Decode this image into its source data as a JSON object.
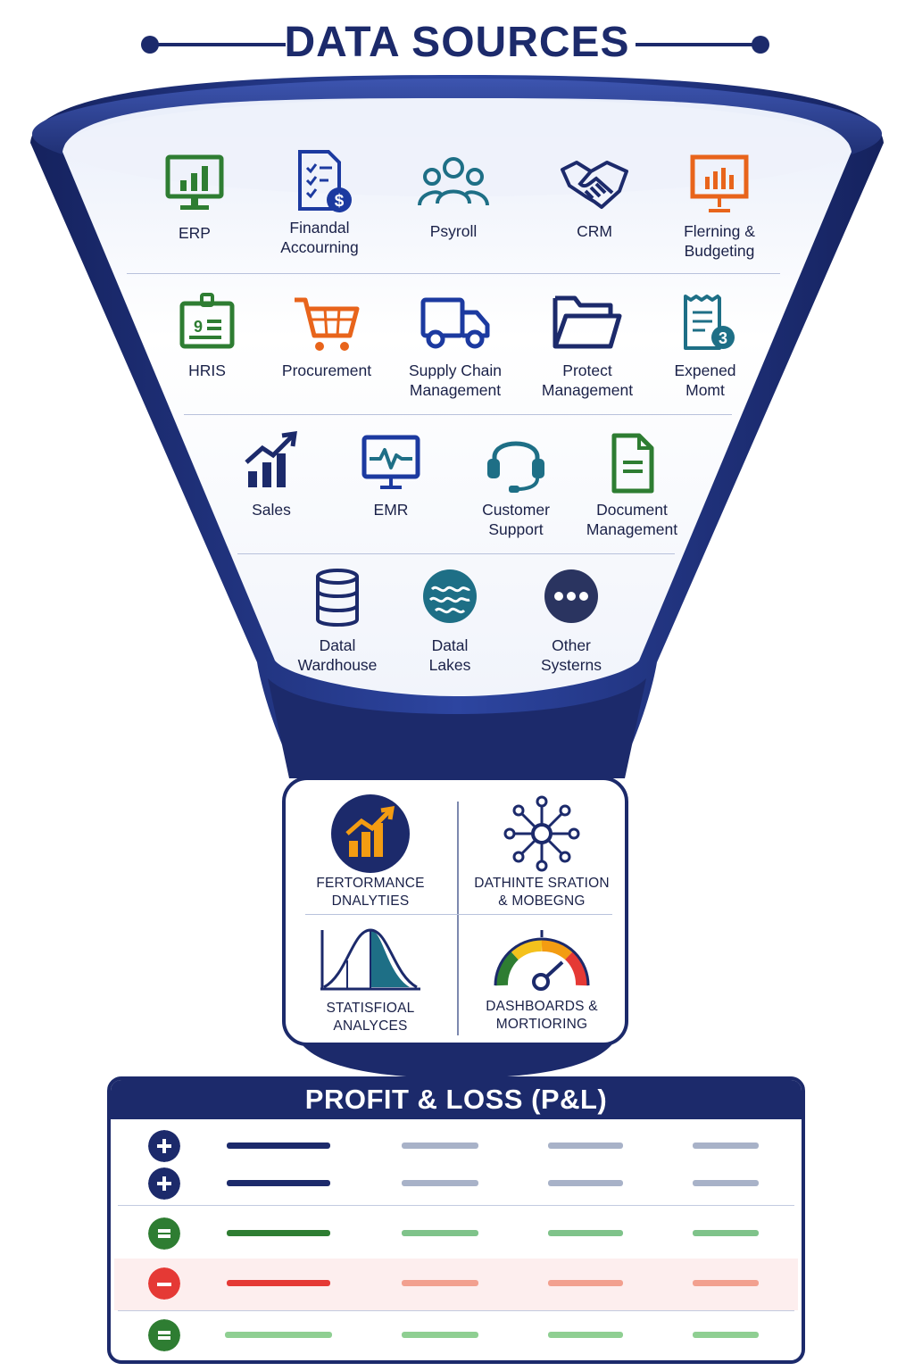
{
  "title": "DATA SOURCES",
  "sources": {
    "erp": [
      "ERP"
    ],
    "financial": [
      "Finandal",
      "Accourning"
    ],
    "payroll": [
      "Psyroll"
    ],
    "crm": [
      "CRM"
    ],
    "planning": [
      "Flerning &",
      "Budgeting"
    ],
    "hris": [
      "HRIS"
    ],
    "procurement": [
      "Procurement"
    ],
    "supply": [
      "Supply Chain",
      "Management"
    ],
    "project": [
      "Protect",
      "Management"
    ],
    "expense": [
      "Expened",
      "Momt"
    ],
    "sales": [
      "Sales"
    ],
    "emr": [
      "EMR"
    ],
    "support": [
      "Customer",
      "Support"
    ],
    "document": [
      "Document",
      "Management"
    ],
    "warehouse": [
      "Datal",
      "Wardhouse"
    ],
    "lakes": [
      "Datal",
      "Lakes"
    ],
    "other": [
      "Other",
      "Systerns"
    ]
  },
  "badges": {
    "financial": "$",
    "expense": "3"
  },
  "analytics": {
    "performance": [
      "FERTORMANCE",
      "DNALYTIES"
    ],
    "integration": [
      "DATHINTE SRATION",
      "& MOBEGNG"
    ],
    "statistical": [
      "STATISFIOAL",
      "ANALYCES"
    ],
    "dashboards": [
      "DASHBOARDS &",
      "MORTIORING"
    ]
  },
  "pl": {
    "title": "PROFIT & LOSS (P&L)",
    "rows": [
      {
        "sign": "+",
        "kind": "plus"
      },
      {
        "sign": "+",
        "kind": "plus"
      },
      {
        "sign": "=",
        "kind": "equal"
      },
      {
        "sign": "−",
        "kind": "minus"
      },
      {
        "sign": "=",
        "kind": "equal"
      }
    ]
  },
  "colors": {
    "navy": "#1c2a6b",
    "green": "#2e7d32",
    "orange": "#e8641b",
    "teal": "#1e6f86",
    "red": "#e53935",
    "yellow": "#f4c11c"
  },
  "icons": {
    "erp": "bar-chart-monitor-icon",
    "financial": "document-dollar-icon",
    "payroll": "people-group-icon",
    "crm": "handshake-icon",
    "planning": "presentation-board-icon",
    "hris": "id-badge-icon",
    "procurement": "shopping-cart-icon",
    "supply": "delivery-truck-icon",
    "project": "folder-icon",
    "expense": "receipt-icon",
    "sales": "growth-chart-icon",
    "emr": "heartbeat-monitor-icon",
    "support": "headset-icon",
    "document": "document-icon",
    "warehouse": "database-icon",
    "lakes": "water-waves-icon",
    "other": "more-dots-icon",
    "performance": "performance-chart-icon",
    "integration": "network-hub-icon",
    "statistical": "bell-curve-icon",
    "dashboards": "gauge-icon"
  }
}
